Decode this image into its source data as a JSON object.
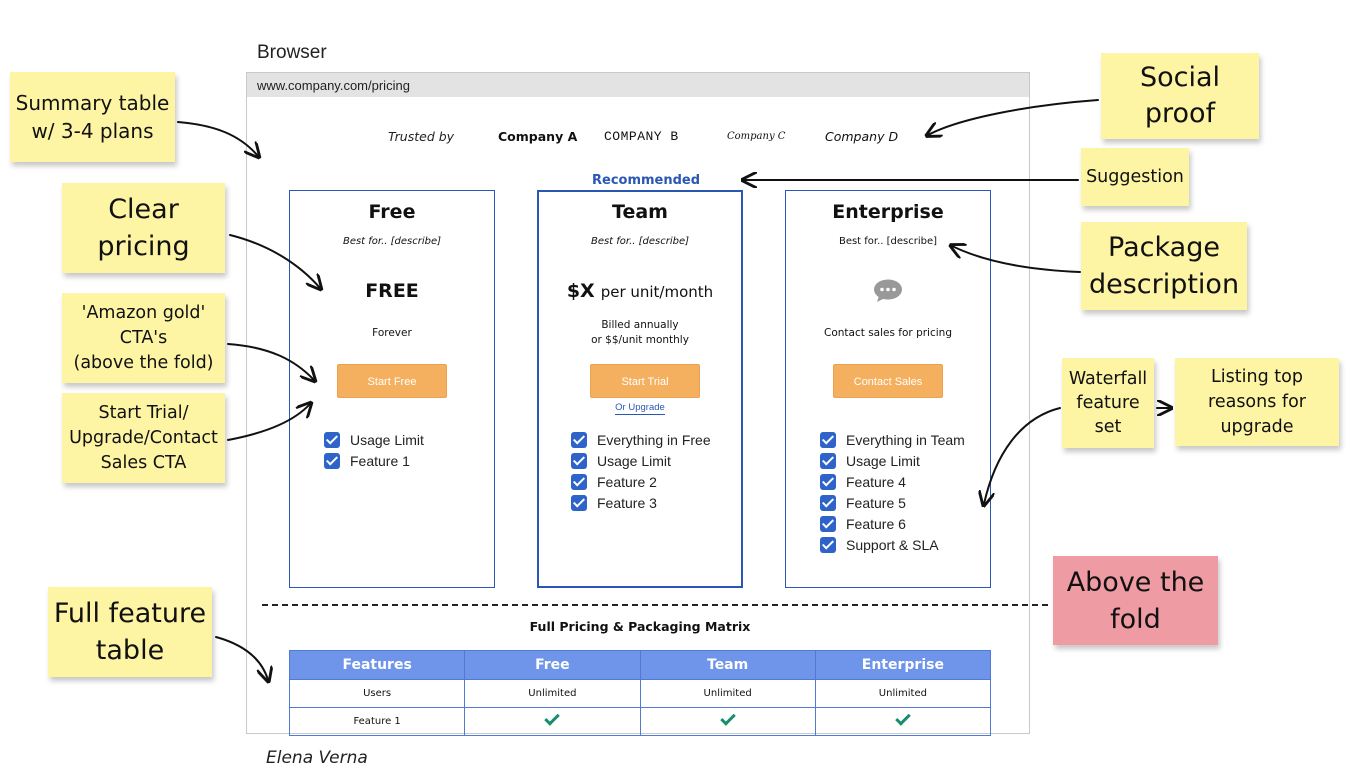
{
  "browser": {
    "title": "Browser",
    "url": "www.company.com/pricing"
  },
  "social_proof": {
    "trusted_by": "Trusted by",
    "companies": [
      "Company A",
      "COMPANY B",
      "Company C",
      "Company D"
    ]
  },
  "recommended_label": "Recommended",
  "plans": [
    {
      "name": "Free",
      "best_for": "Best for.. [describe]",
      "price": "FREE",
      "note": "Forever",
      "cta": "Start Free",
      "features": [
        "Usage Limit",
        "Feature 1"
      ]
    },
    {
      "name": "Team",
      "best_for": "Best for.. [describe]",
      "price": "$X",
      "price_unit": "per unit/month",
      "note_line1": "Billed annually",
      "note_line2": "or $$/unit monthly",
      "cta": "Start Trial",
      "secondary_link": "Or Upgrade",
      "features": [
        "Everything in Free",
        "Usage Limit",
        "Feature 2",
        "Feature 3"
      ]
    },
    {
      "name": "Enterprise",
      "best_for": "Best for.. [describe]",
      "icon": "chat-bubble-icon",
      "note": "Contact sales for pricing",
      "cta": "Contact Sales",
      "features": [
        "Everything in Team",
        "Usage Limit",
        "Feature 4",
        "Feature 5",
        "Feature 6",
        "Support & SLA"
      ]
    }
  ],
  "matrix": {
    "title": "Full Pricing & Packaging Matrix",
    "headers": [
      "Features",
      "Free",
      "Team",
      "Enterprise"
    ],
    "rows": [
      {
        "label": "Users",
        "values": [
          "Unlimited",
          "Unlimited",
          "Unlimited"
        ]
      },
      {
        "label": "Feature 1",
        "values": [
          "check",
          "check",
          "check"
        ]
      }
    ]
  },
  "notes": {
    "summary_table": "Summary table\nw/ 3-4 plans",
    "clear_pricing": "Clear\npricing",
    "amazon_gold": "'Amazon gold'\nCTA's\n(above the fold)",
    "start_trial": "Start Trial/\nUpgrade/Contact\nSales CTA",
    "full_feature_table": "Full feature\ntable",
    "social_proof": "Social\nproof",
    "suggestion": "Suggestion",
    "package_description": "Package\ndescription",
    "waterfall": "Waterfall\nfeature\nset",
    "listing_top_reasons": "Listing top\nreasons for\nupgrade",
    "above_the_fold": "Above the\nfold"
  },
  "colors": {
    "accent_blue": "#2b57b4",
    "cta_orange": "#f4b05f",
    "sticky_yellow": "#fdf4a4",
    "sticky_pink": "#ef9ba4",
    "table_header": "#6f95ea",
    "check_green": "#1a8d6e"
  },
  "signature": "Elena Verna"
}
